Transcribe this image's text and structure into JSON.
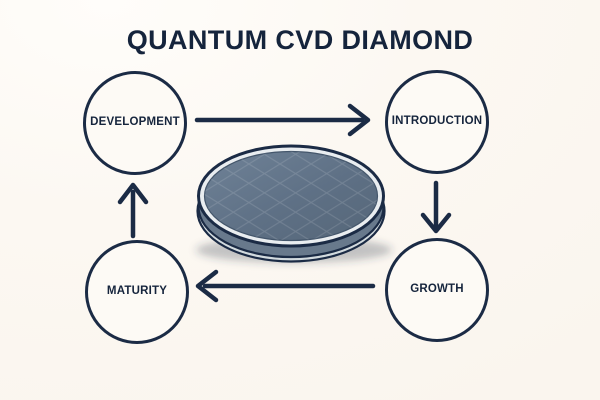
{
  "title": "QUANTUM CVD DIAMOND",
  "diagram": {
    "type": "cycle",
    "nodes": [
      {
        "id": "development",
        "label": "DEVELOPMENT"
      },
      {
        "id": "introduction",
        "label": "INTRODUCTION"
      },
      {
        "id": "growth",
        "label": "GROWTH"
      },
      {
        "id": "maturity",
        "label": "MATURITY"
      }
    ],
    "edges": [
      {
        "from": "development",
        "to": "introduction",
        "direction": "right"
      },
      {
        "from": "introduction",
        "to": "growth",
        "direction": "down"
      },
      {
        "from": "growth",
        "to": "maturity",
        "direction": "left"
      },
      {
        "from": "maturity",
        "to": "development",
        "direction": "up"
      }
    ],
    "center_image": "cvd-diamond-wafer-disc"
  },
  "colors": {
    "navy": "#1b2b45",
    "text": "#15243c",
    "background": "#fbf6f0",
    "disc_surface": "#5e7085",
    "disc_rim": "#e9edf0",
    "disc_lip": "#d2dade"
  }
}
